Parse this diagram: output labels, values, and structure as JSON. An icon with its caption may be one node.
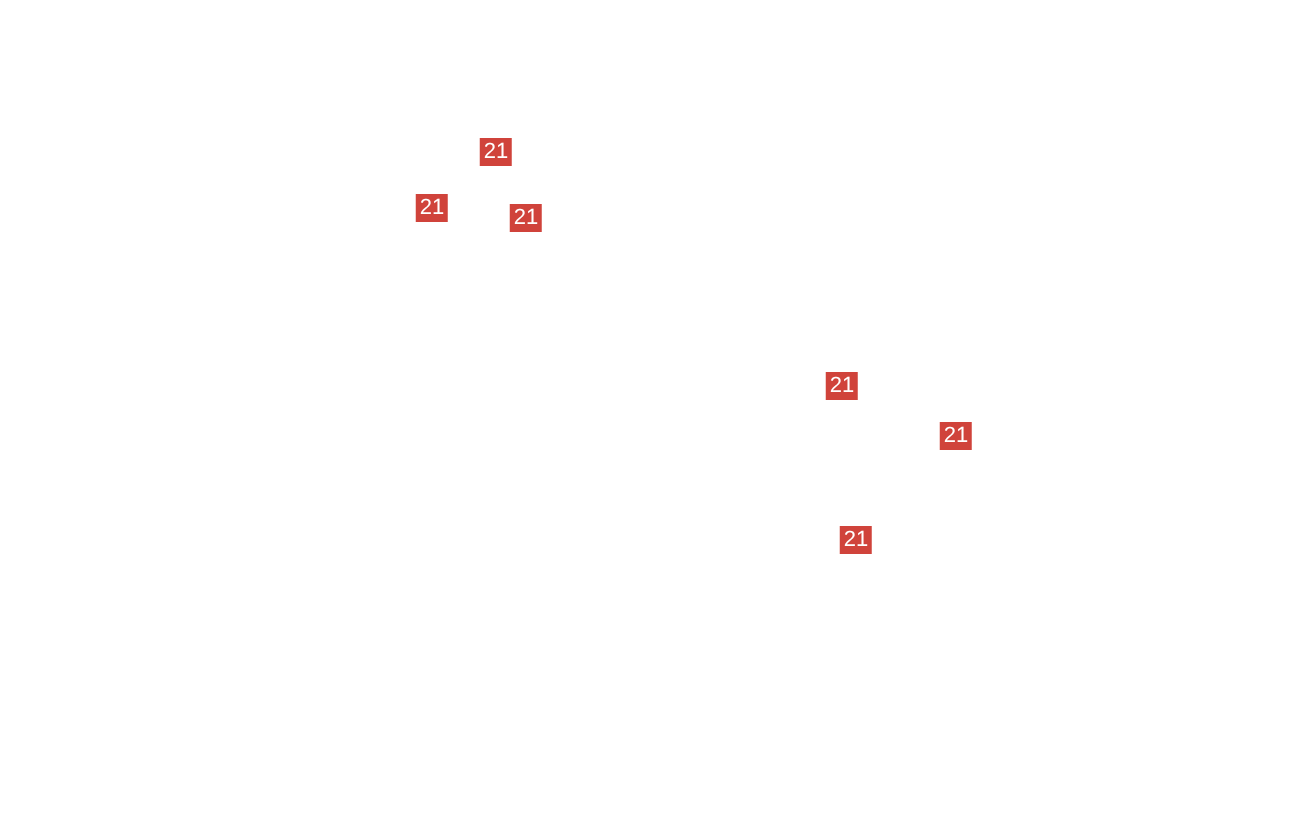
{
  "diagram": {
    "nodes": [
      {
        "text": [
          "21"
        ]
      },
      {
        "text": [
          "21"
        ]
      },
      {
        "text": [
          "21"
        ]
      },
      {
        "text": [
          "21"
        ]
      },
      {
        "text": [
          "21"
        ]
      },
      {
        "text": [
          "21"
        ]
      }
    ]
  }
}
